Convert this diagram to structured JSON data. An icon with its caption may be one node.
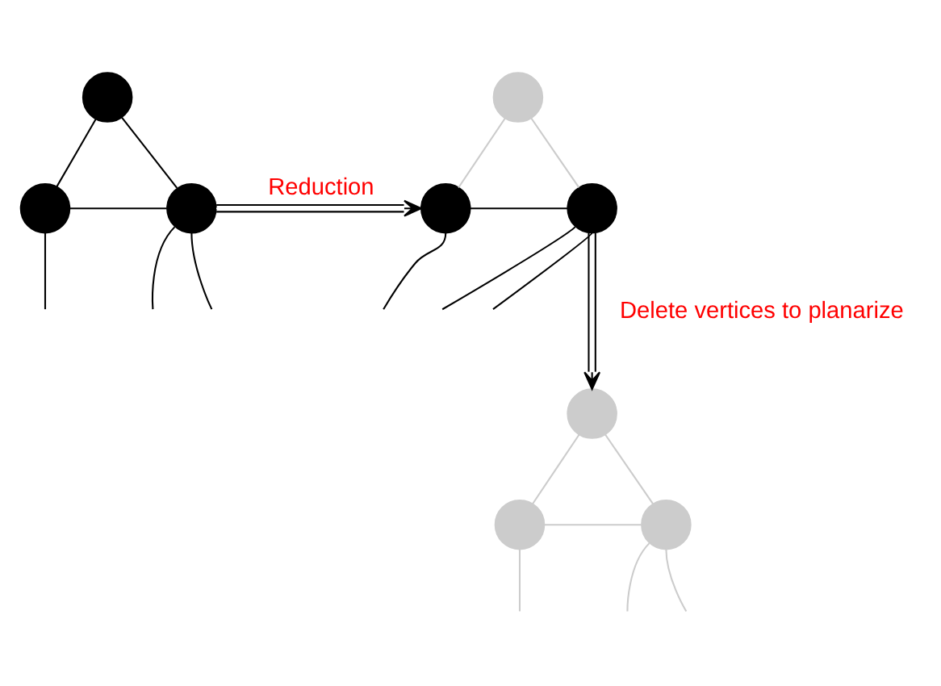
{
  "diagram": {
    "nodes": [
      {
        "text": [],
        "shape": "circle"
      },
      {
        "text": [],
        "shape": "circle"
      },
      {
        "text": [],
        "shape": "circle"
      },
      {
        "text": [],
        "shape": "circle"
      },
      {
        "text": [],
        "shape": "circle"
      },
      {
        "text": [],
        "shape": "circle"
      },
      {
        "text": [],
        "shape": "circle"
      },
      {
        "text": [],
        "shape": "circle"
      },
      {
        "text": [],
        "shape": "circle"
      }
    ],
    "edges": [
      {
        "from": 0,
        "to": 1,
        "arrow": "none"
      },
      {
        "from": 0,
        "to": 2,
        "arrow": "none"
      },
      {
        "from": 1,
        "to": 2,
        "arrow": "none"
      },
      {
        "from": 1,
        "to": null,
        "arrow": "none"
      },
      {
        "from": 2,
        "to": null,
        "arrow": "none"
      },
      {
        "from": 2,
        "to": null,
        "arrow": "none"
      },
      {
        "from": 2,
        "to": 4,
        "arrow": "to",
        "label": "Reduction"
      },
      {
        "from": 3,
        "to": 4,
        "arrow": "none",
        "color": "#cccccc"
      },
      {
        "from": 3,
        "to": 5,
        "arrow": "none",
        "color": "#cccccc"
      },
      {
        "from": 4,
        "to": 5,
        "arrow": "none"
      },
      {
        "from": 4,
        "to": null,
        "arrow": "none"
      },
      {
        "from": 5,
        "to": null,
        "arrow": "none"
      },
      {
        "from": 5,
        "to": null,
        "arrow": "none"
      },
      {
        "from": 5,
        "to": 6,
        "arrow": "to",
        "label": "Delete vertices to planarize"
      },
      {
        "from": 6,
        "to": 7,
        "arrow": "none",
        "color": "#cccccc"
      },
      {
        "from": 6,
        "to": 8,
        "arrow": "none",
        "color": "#cccccc"
      },
      {
        "from": 7,
        "to": 8,
        "arrow": "none",
        "color": "#cccccc"
      },
      {
        "from": 7,
        "to": null,
        "arrow": "none",
        "color": "#cccccc"
      },
      {
        "from": 8,
        "to": null,
        "arrow": "none",
        "color": "#cccccc"
      },
      {
        "from": 8,
        "to": null,
        "arrow": "none",
        "color": "#cccccc"
      }
    ]
  }
}
